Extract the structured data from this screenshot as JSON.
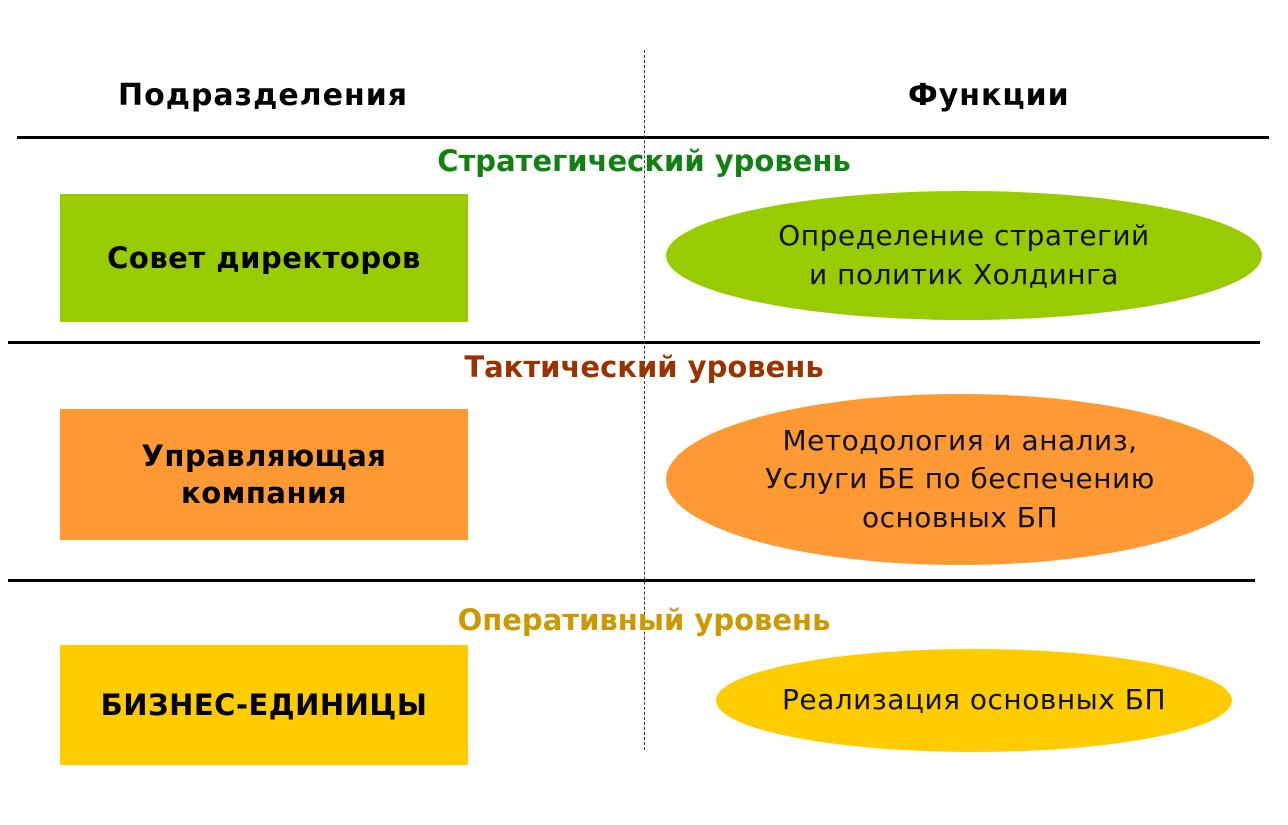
{
  "headers": {
    "left": "Подразделения",
    "right": "Функции"
  },
  "levels": [
    {
      "title": "Стратегический уровень",
      "title_color": "#138013",
      "unit": "Совет директоров",
      "unit_color": "#99cc00",
      "functions": [
        "Определение стратегий",
        "и политик Холдинга"
      ],
      "function_color": "#99cc00"
    },
    {
      "title": "Тактический уровень",
      "title_color": "#993300",
      "unit_lines": [
        "Управляющая",
        "компания"
      ],
      "unit_color": "#ff9933",
      "functions": [
        "Методология и анализ,",
        "Услуги БЕ по беспечению",
        "основных БП"
      ],
      "function_color": "#ff9933"
    },
    {
      "title": "Оперативный уровень",
      "title_color": "#cc9900",
      "unit": "БИЗНЕС-ЕДИНИЦЫ",
      "unit_color": "#ffcc00",
      "functions": [
        "Реализация основных БП"
      ],
      "function_color": "#ffcc00"
    }
  ]
}
